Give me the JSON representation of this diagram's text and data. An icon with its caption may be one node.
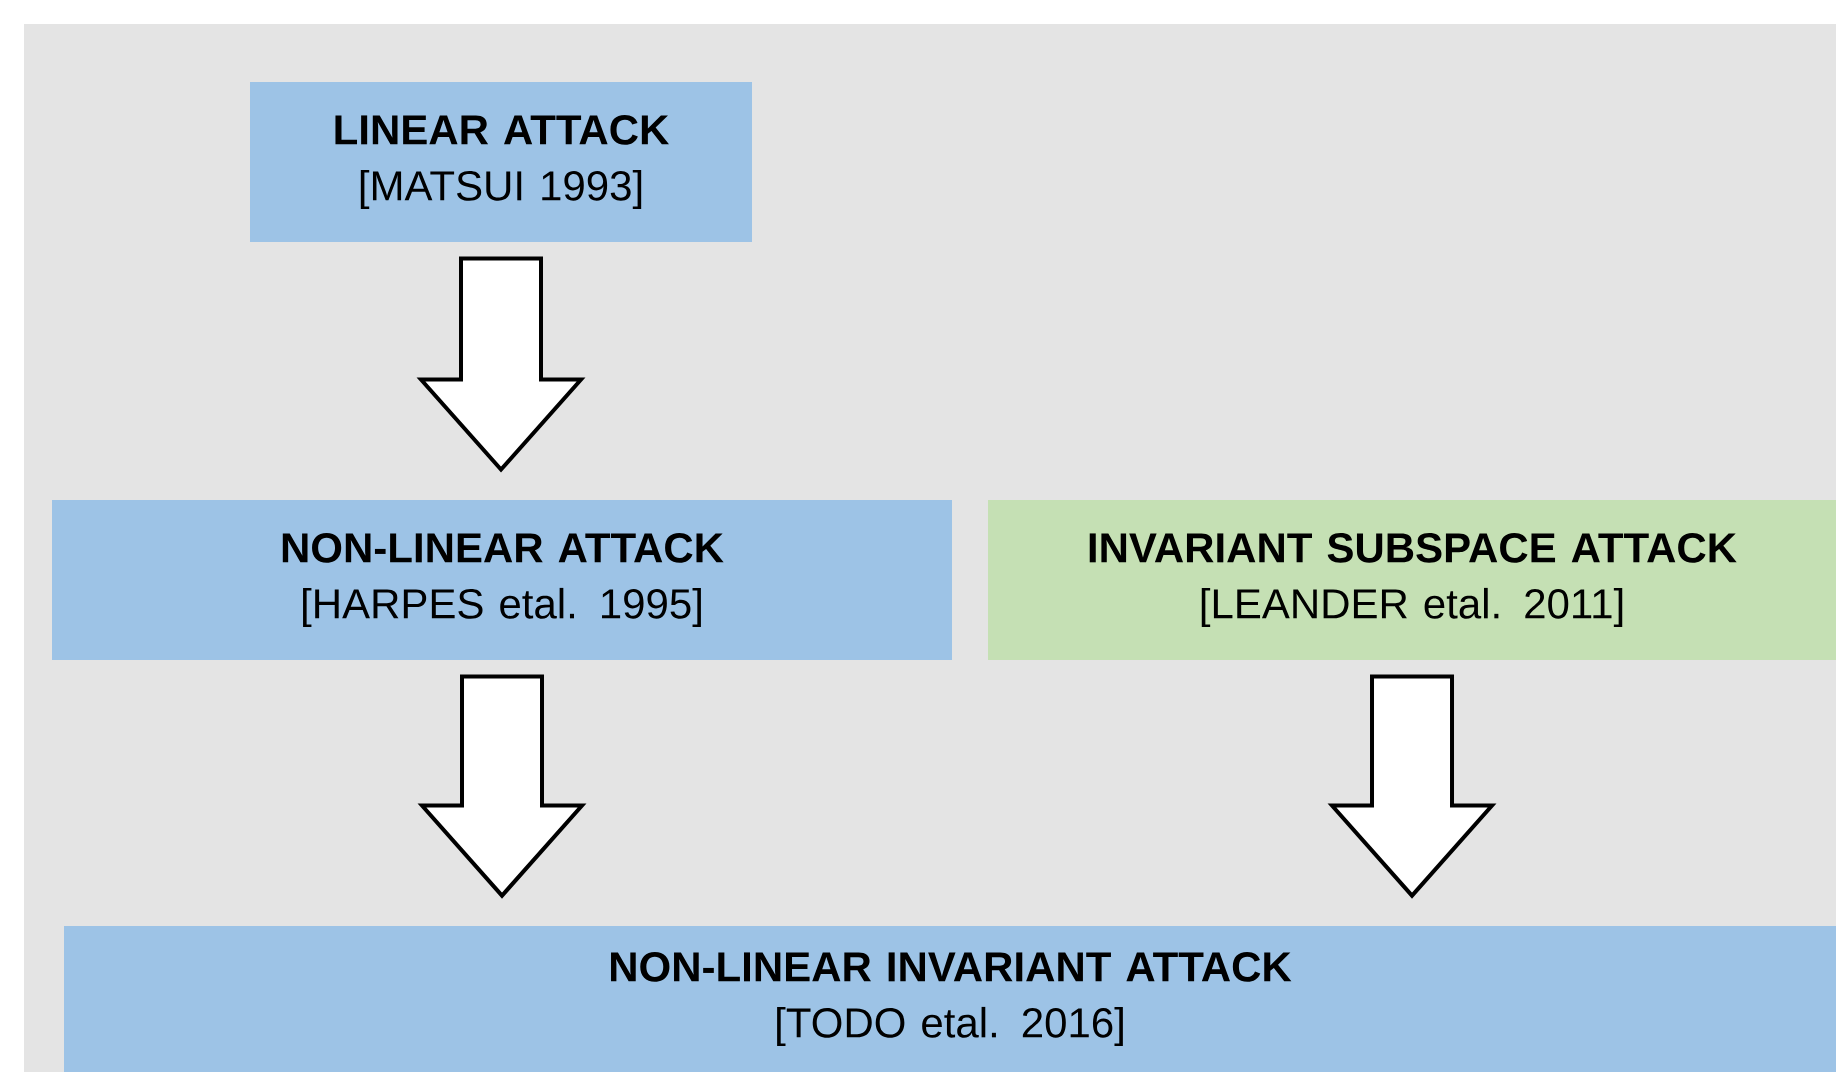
{
  "diagram": {
    "nodes": [
      {
        "text": [
          "LINEAR ATTACK",
          "[MATSUI 1993]"
        ]
      },
      {
        "text": [
          "NON-LINEAR ATTACK",
          "[HARPES etal. 1995]"
        ]
      },
      {
        "text": [
          "INVARIANT SUBSPACE ATTACK",
          "[LEANDER etal. 2011]"
        ]
      },
      {
        "text": [
          "NON-LINEAR INVARIANT ATTACK",
          "[TODO etal. 2016]"
        ]
      }
    ],
    "edges": [
      {
        "from": 0,
        "to": 1,
        "arrow": "to"
      },
      {
        "from": 1,
        "to": 3,
        "arrow": "to"
      },
      {
        "from": 2,
        "to": 3,
        "arrow": "to"
      }
    ]
  }
}
